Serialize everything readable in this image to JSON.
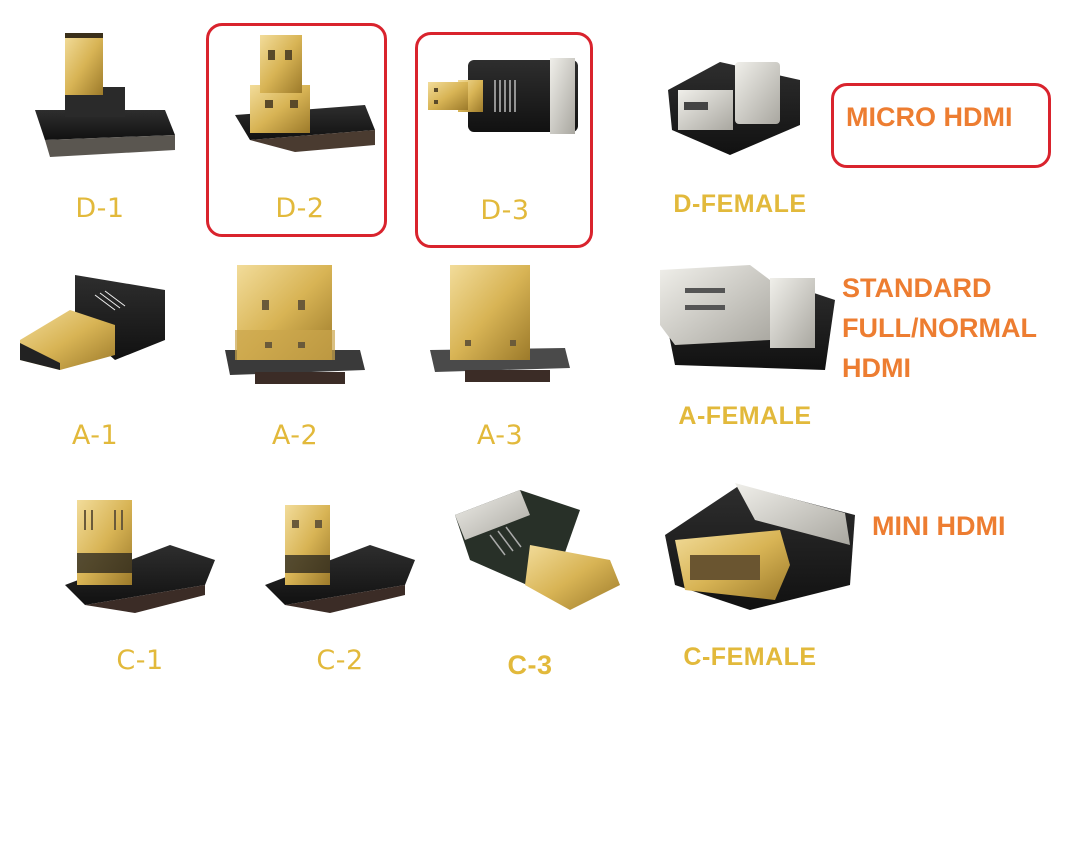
{
  "colors": {
    "label": "#e2b93b",
    "category_title": "#ed7d31",
    "highlight_box": "#d9232d",
    "gold": "#d8b455",
    "pcb": "#1e1e1e"
  },
  "rows": [
    {
      "category": "MICRO HDMI",
      "items": [
        {
          "id": "D-1",
          "label": "D-1",
          "highlighted": false,
          "icon": "micro-hdmi-vertical-plug-icon"
        },
        {
          "id": "D-2",
          "label": "D-2",
          "highlighted": true,
          "icon": "micro-hdmi-angled-plug-icon"
        },
        {
          "id": "D-3",
          "label": "D-3",
          "highlighted": true,
          "icon": "micro-hdmi-straight-plug-icon"
        },
        {
          "id": "D-FEMALE",
          "label": "D-FEMALE",
          "highlighted": false,
          "icon": "micro-hdmi-female-socket-icon"
        }
      ]
    },
    {
      "category": "STANDARD FULL/NORMAL HDMI",
      "category_lines": [
        "STANDARD",
        "FULL/NORMAL",
        "HDMI"
      ],
      "items": [
        {
          "id": "A-1",
          "label": "A-1",
          "highlighted": false,
          "icon": "hdmi-straight-plug-icon"
        },
        {
          "id": "A-2",
          "label": "A-2",
          "highlighted": false,
          "icon": "hdmi-vertical-plug-icon"
        },
        {
          "id": "A-3",
          "label": "A-3",
          "highlighted": false,
          "icon": "hdmi-vertical-plug-icon"
        },
        {
          "id": "A-FEMALE",
          "label": "A-FEMALE",
          "highlighted": false,
          "icon": "hdmi-female-socket-icon"
        }
      ]
    },
    {
      "category": "MINI HDMI",
      "items": [
        {
          "id": "C-1",
          "label": "C-1",
          "highlighted": false,
          "icon": "mini-hdmi-vertical-plug-icon"
        },
        {
          "id": "C-2",
          "label": "C-2",
          "highlighted": false,
          "icon": "mini-hdmi-vertical-plug-icon"
        },
        {
          "id": "C-3",
          "label": "C-3",
          "highlighted": false,
          "icon": "mini-hdmi-straight-plug-icon"
        },
        {
          "id": "C-FEMALE",
          "label": "C-FEMALE",
          "highlighted": false,
          "icon": "mini-hdmi-female-socket-icon"
        }
      ]
    }
  ]
}
